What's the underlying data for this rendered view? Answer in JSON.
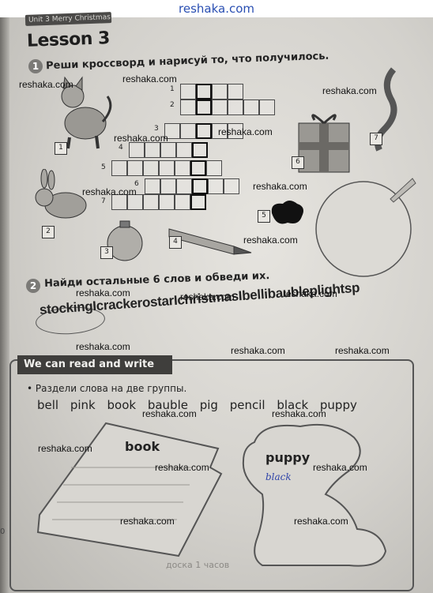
{
  "header": {
    "site": "reshaka.com"
  },
  "unit_strip": "Unit 3 Merry Christmas",
  "lesson": {
    "title": "Lesson 3"
  },
  "exercise1": {
    "number": "1",
    "instruction": "Реши кроссворд и нарисуй то, что получилось.",
    "row_numbers": [
      "1",
      "2",
      "3",
      "4",
      "5",
      "6",
      "7"
    ],
    "picture_labels": [
      "1",
      "2",
      "3",
      "4",
      "5",
      "6",
      "7"
    ]
  },
  "exercise2": {
    "number": "2",
    "instruction": "Найди остальные 6 слов и обведи их.",
    "letter_chain": "stockingIcrackerostarIchristmasIbellibaubleplightsp"
  },
  "section": {
    "banner": "We can read and write",
    "bullet": "• Раздели слова на две группы.",
    "words": "bell pink book bauble pig pencil black puppy",
    "group_left_title": "book",
    "group_right_title": "puppy",
    "handwritten": "black"
  },
  "footer": {
    "faded": "доска    1    часов",
    "page_number": "0"
  },
  "watermarks": [
    "reshaka.com"
  ],
  "colors": {
    "header_text": "#2a4fb2",
    "banner_bg": "#3f3e3c",
    "handwriting": "#2f44a9"
  }
}
